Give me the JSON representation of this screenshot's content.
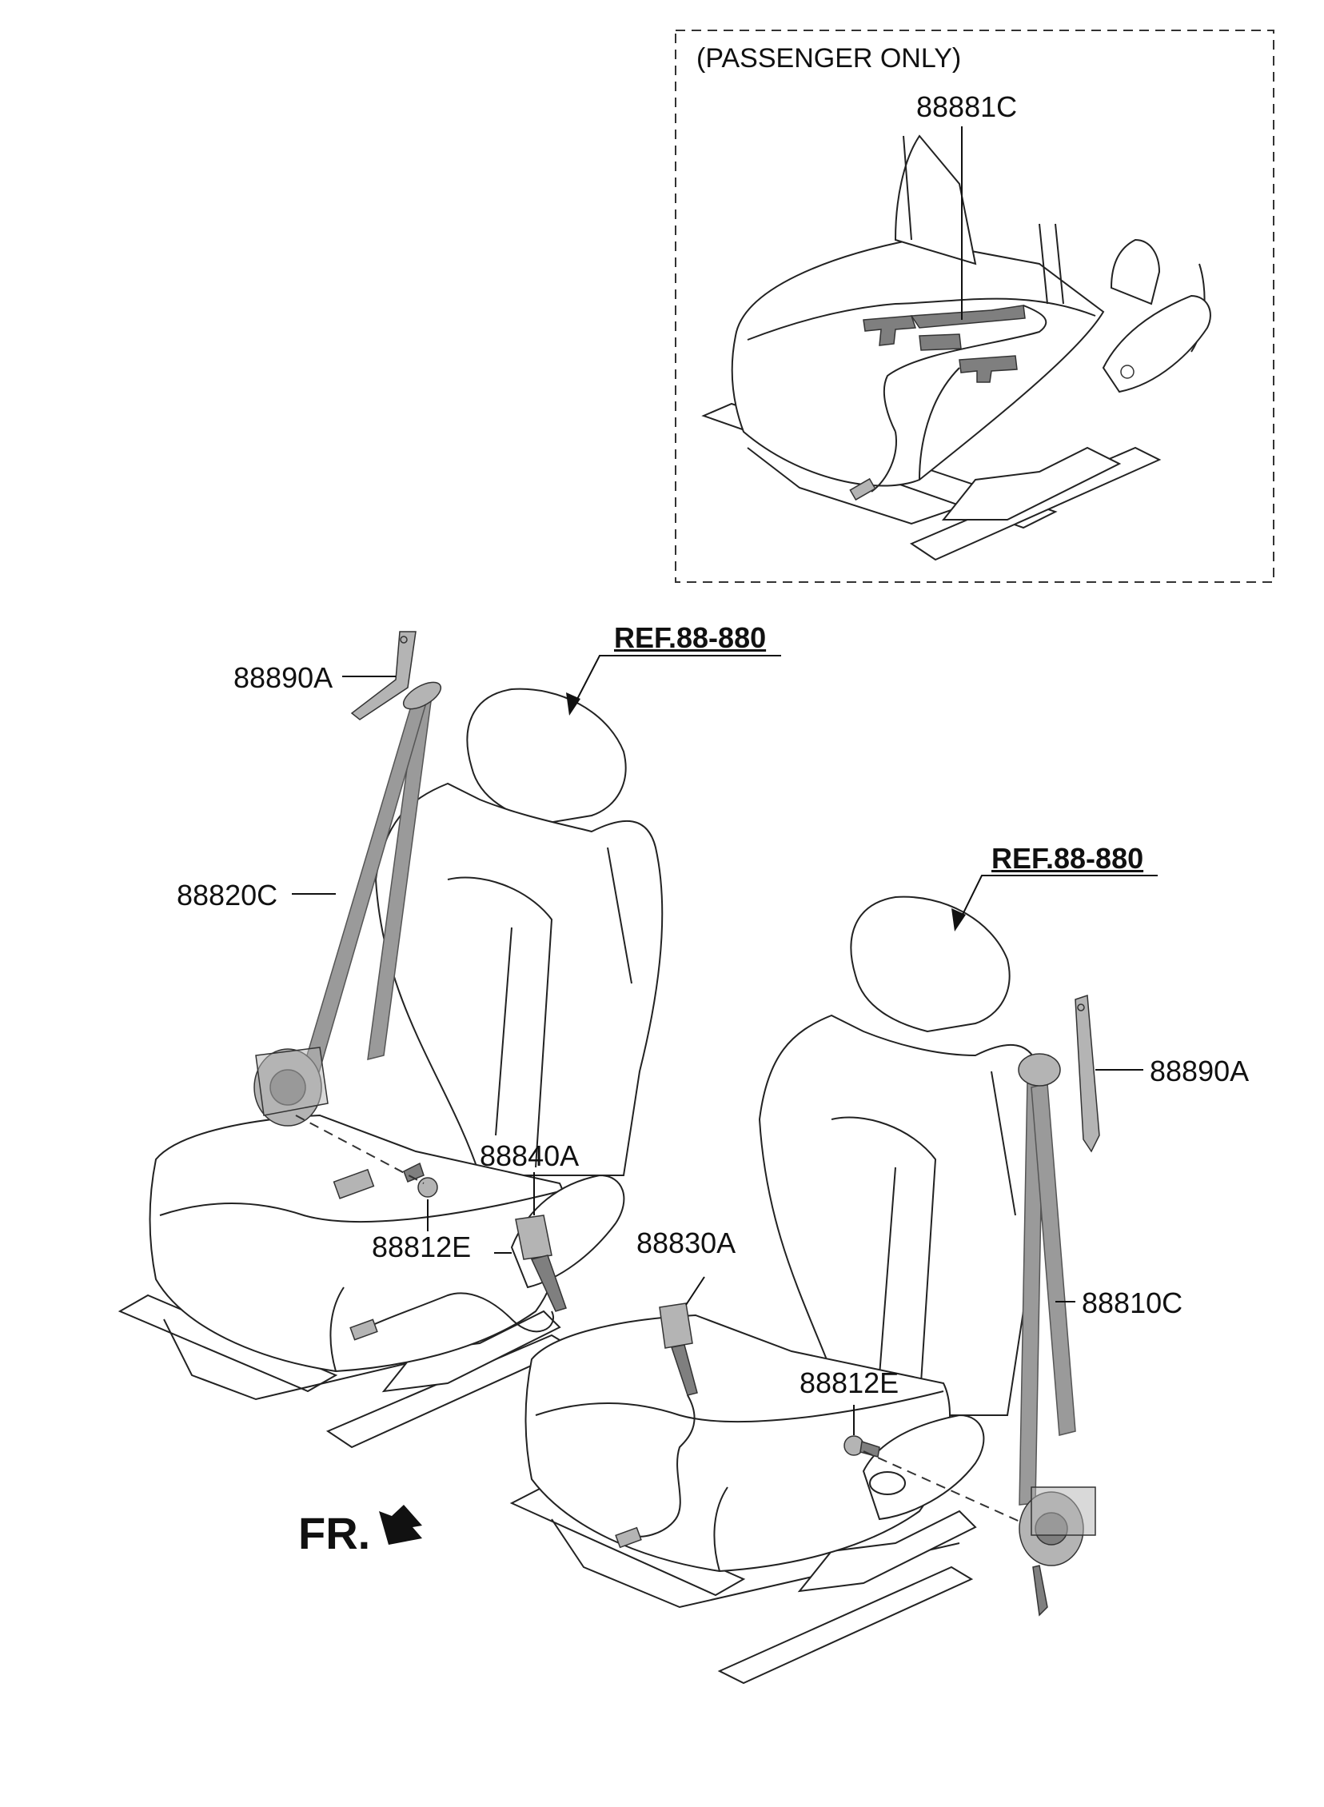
{
  "inset": {
    "title": "(PASSENGER ONLY)"
  },
  "labels": {
    "sensor": "88881C",
    "guide_left": "88890A",
    "belt_left": "88820C",
    "buckle_left": "88840A",
    "bolt_left": "88812E",
    "ref_left": "REF.88-880",
    "ref_right": "REF.88-880",
    "guide_right": "88890A",
    "buckle_right": "88830A",
    "bolt_right": "88812E",
    "belt_right": "88810C",
    "front": "FR."
  },
  "colors": {
    "line": "#222222",
    "belt": "#9a9a9a",
    "part": "#b4b4b4"
  }
}
